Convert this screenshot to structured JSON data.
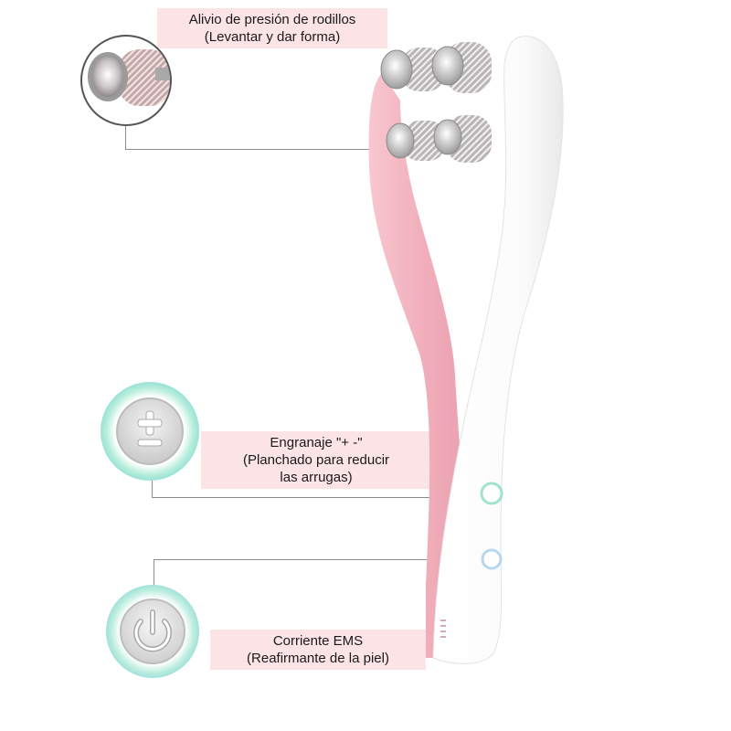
{
  "callouts": {
    "rollers": {
      "line1": "Alivio de presión de rodillos",
      "line2": "(Levantar y dar forma)"
    },
    "gear": {
      "line1": "Engranaje \"+ -\"",
      "line2": "(Planchado para reducir",
      "line3": "las arrugas)"
    },
    "ems": {
      "line1": "Corriente EMS",
      "line2": "(Reafirmante de la piel)"
    }
  },
  "button_icons": {
    "gear": "plus-minus-icon",
    "ems": "power-icon"
  },
  "colors": {
    "device_pink": "#f3b9c3",
    "device_white": "#ffffff",
    "label_bg": "#fbe3e6",
    "glow": "#7fd8d2"
  }
}
